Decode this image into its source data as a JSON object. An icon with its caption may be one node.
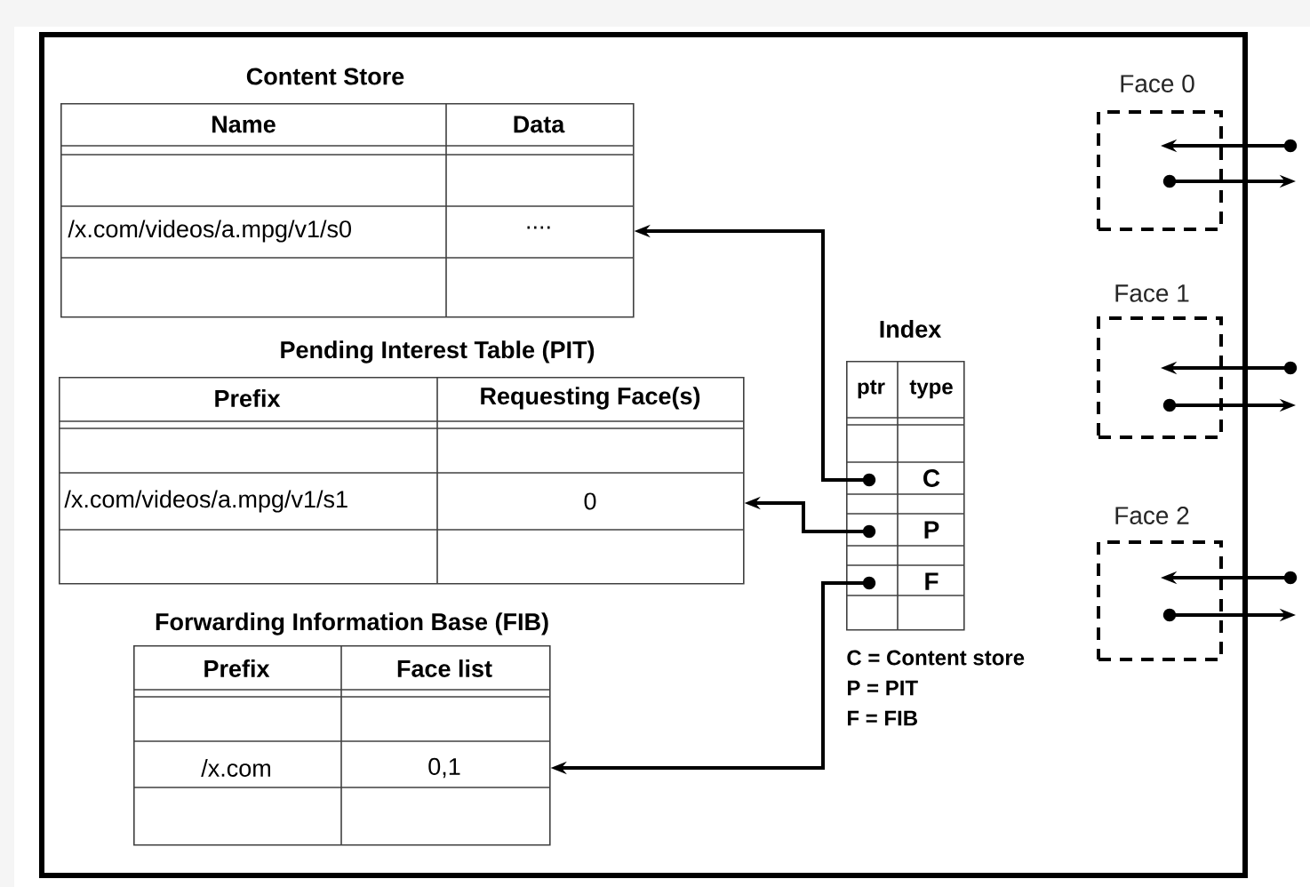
{
  "diagram": {
    "nodes": [
      {
        "text": [],
        "shape": "box"
      },
      {
        "text": [
          "Content Store"
        ],
        "in": 0
      },
      {
        "text": [
          "Pending Interest Table (PIT)"
        ],
        "in": 0
      },
      {
        "text": [
          "Forwarding Information Base (FIB)"
        ],
        "in": 0
      },
      {
        "text": [
          "Index"
        ],
        "in": 0
      },
      {
        "text": [
          "Face 0"
        ],
        "in": 0
      },
      {
        "text": [
          "Face 1"
        ],
        "in": 0
      },
      {
        "text": [
          "Face 2"
        ],
        "in": 0
      }
    ],
    "edges": [
      {
        "from": 4,
        "to": 1,
        "arrow": "to"
      },
      {
        "from": 4,
        "to": 2,
        "arrow": "to"
      },
      {
        "from": 4,
        "to": 3,
        "arrow": "to"
      },
      {
        "from": null,
        "to": 5,
        "arrow": "to"
      },
      {
        "from": 5,
        "to": null,
        "arrow": "to"
      },
      {
        "from": null,
        "to": 6,
        "arrow": "to"
      },
      {
        "from": 6,
        "to": null,
        "arrow": "to"
      },
      {
        "from": null,
        "to": 7,
        "arrow": "to"
      },
      {
        "from": 7,
        "to": null,
        "arrow": "to"
      }
    ],
    "labels": [
      "Name",
      "Data",
      "/x.com/videos/a.mpg/v1/s0",
      "....",
      "Prefix",
      "Requesting Face(s)",
      "/x.com/videos/a.mpg/v1/s1",
      "0",
      "Prefix",
      "Face list",
      "/x.com",
      "0,1",
      "ptr",
      "type",
      "C",
      "P",
      "F",
      "C = Content store",
      "P = PIT",
      "F = FIB"
    ]
  }
}
